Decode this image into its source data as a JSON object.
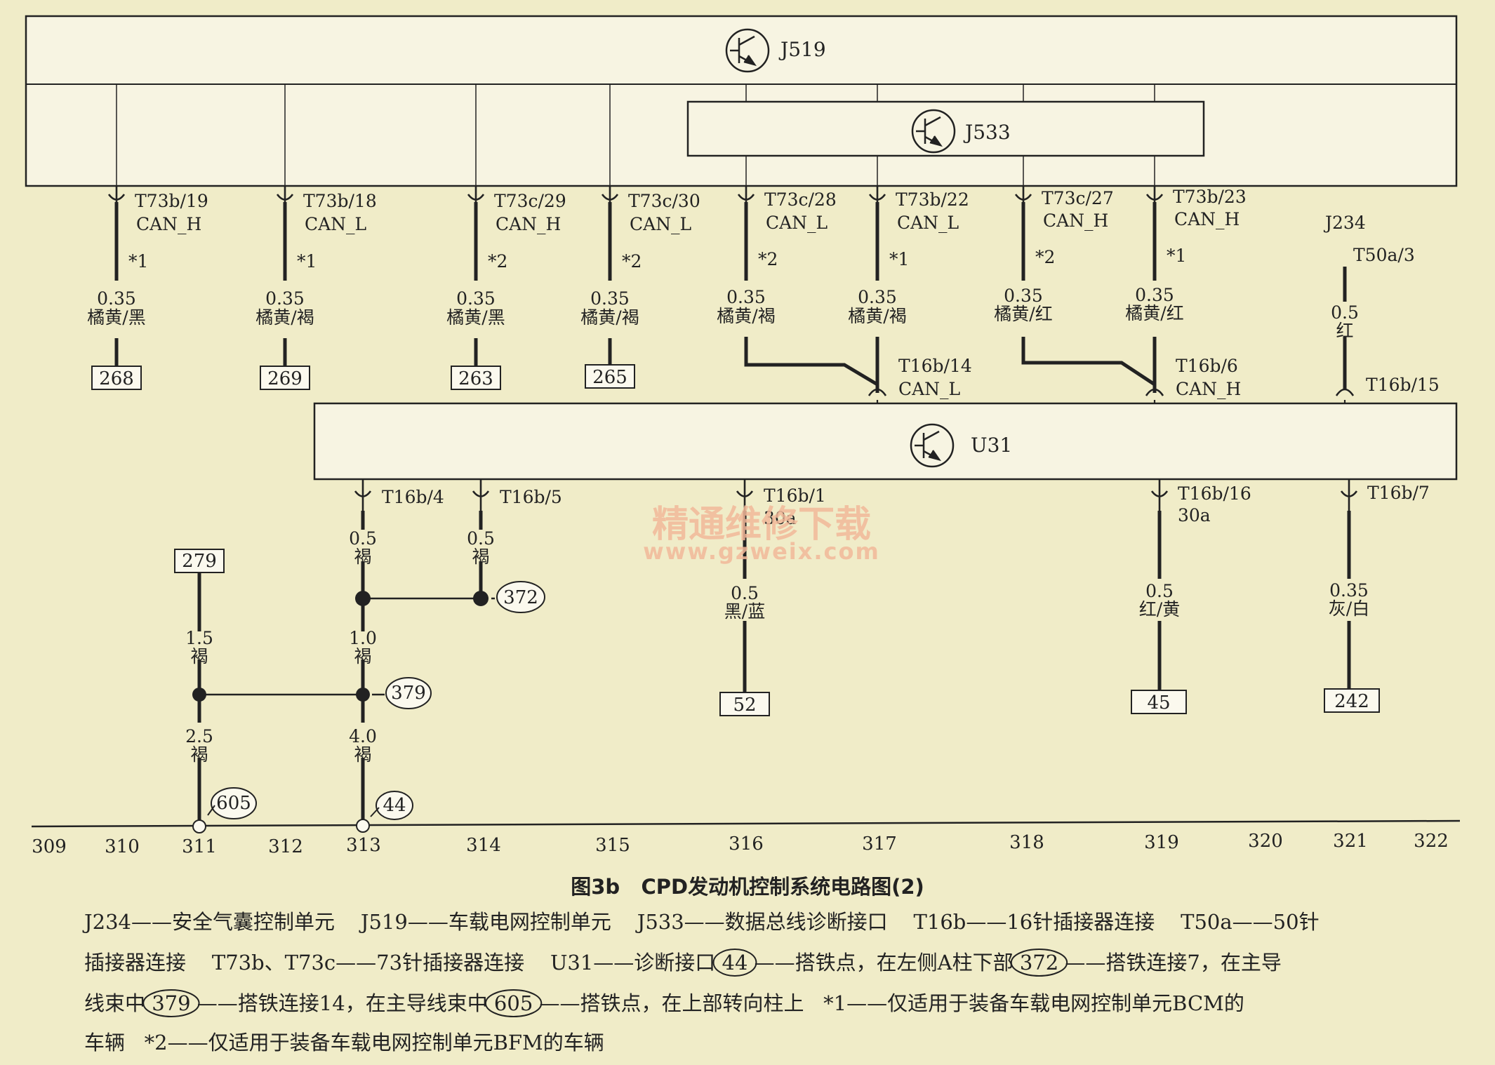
{
  "modules": {
    "j519": "J519",
    "j533": "J533",
    "u31": "U31"
  },
  "wires": [
    {
      "pin": "T73b/19",
      "signal": "CAN_H",
      "note": "*1",
      "gauge": "0.35",
      "color": "橘黄/黑",
      "ref": "268"
    },
    {
      "pin": "T73b/18",
      "signal": "CAN_L",
      "note": "*1",
      "gauge": "0.35",
      "color": "橘黄/褐",
      "ref": "269"
    },
    {
      "pin": "T73c/29",
      "signal": "CAN_H",
      "note": "*2",
      "gauge": "0.35",
      "color": "橘黄/黑",
      "ref": "263"
    },
    {
      "pin": "T73c/30",
      "signal": "CAN_L",
      "note": "*2",
      "gauge": "0.35",
      "color": "橘黄/褐",
      "ref": "265"
    },
    {
      "pin": "T73c/28",
      "signal": "CAN_L",
      "note": "*2",
      "gauge": "0.35",
      "color": "橘黄/褐"
    },
    {
      "pin": "T73b/22",
      "signal": "CAN_L",
      "note": "*1",
      "gauge": "0.35",
      "color": "橘黄/褐"
    },
    {
      "pin": "T73c/27",
      "signal": "CAN_H",
      "note": "*2",
      "gauge": "0.35",
      "color": "橘黄/红"
    },
    {
      "pin": "T73b/23",
      "signal": "CAN_H",
      "note": "*1",
      "gauge": "0.35",
      "color": "橘黄/红"
    }
  ],
  "j234_wire": {
    "module": "J234",
    "pin": "T50a/3",
    "gauge": "0.5",
    "color": "红",
    "u31_pin": "T16b/15"
  },
  "u31_inputs": {
    "can_l": {
      "pin": "T16b/14",
      "signal": "CAN_L"
    },
    "can_h": {
      "pin": "T16b/6",
      "signal": "CAN_H"
    }
  },
  "u31_outputs": [
    {
      "pin": "T16b/4",
      "gauge": "0.5",
      "color": "褐"
    },
    {
      "pin": "T16b/5",
      "gauge": "0.5",
      "color": "褐",
      "ground": "372"
    },
    {
      "pin": "T16b/1",
      "sub": "30a",
      "gauge": "0.5",
      "color": "黑/蓝",
      "ref": "52"
    },
    {
      "pin": "T16b/16",
      "sub": "30a",
      "gauge": "0.5",
      "color": "红/黄",
      "ref": "45"
    },
    {
      "pin": "T16b/7",
      "gauge": "0.35",
      "color": "灰/白",
      "ref": "242"
    }
  ],
  "ground_net": {
    "ref_top": "279",
    "seg1": {
      "gauge": "1.5",
      "color": "褐"
    },
    "seg2": {
      "gauge": "1.0",
      "color": "褐"
    },
    "seg3": {
      "gauge": "2.5",
      "color": "褐"
    },
    "seg4": {
      "gauge": "4.0",
      "color": "褐"
    },
    "junction": "379",
    "ground_left": "605",
    "ground_right": "44"
  },
  "grid": [
    "309",
    "310",
    "311",
    "312",
    "313",
    "314",
    "315",
    "316",
    "317",
    "318",
    "319",
    "320",
    "321",
    "322"
  ],
  "caption": "图3b   CPD发动机控制系统电路图(2)",
  "legend": [
    {
      "parts": [
        "J234——安全气囊控制单元    J519——车载电网控制单元    J533——数据总线诊断接口    T16b——16针插接器连接    T50a——50针"
      ]
    },
    {
      "parts": [
        "插接器连接    T73b、T73c——73针插接器连接    U31——诊断接口 ",
        "44",
        " ——搭铁点，在左侧A柱下部 ",
        "372",
        " ——搭铁连接7，在主导"
      ]
    },
    {
      "parts": [
        "线束中 ",
        "379",
        " ——搭铁连接14，在主导线束中 ",
        "605",
        " ——搭铁点，在上部转向柱上   *1——仅适用于装备车载电网控制单元BCM的"
      ]
    },
    {
      "parts": [
        "车辆   *2——仅适用于装备车载电网控制单元BFM的车辆"
      ]
    }
  ],
  "watermark": {
    "title": "精通维修下载",
    "url": "www.gzweix.com"
  },
  "colors": {
    "background": "#f0ecc8",
    "line": "#222222",
    "watermark": "#f2b99a"
  }
}
